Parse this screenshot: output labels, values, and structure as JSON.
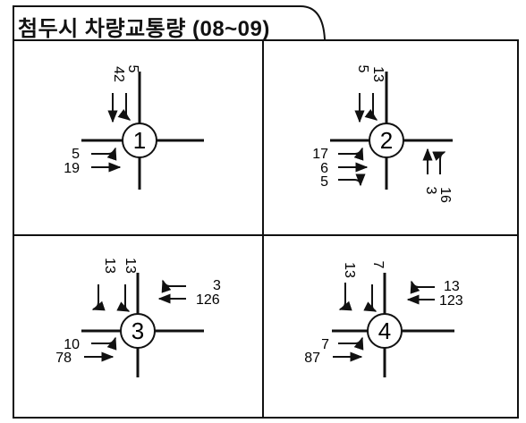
{
  "title": "첨두시 차량교통량 (08~09)",
  "intersections": [
    {
      "label": "1",
      "volumes": {
        "south_left": "42",
        "south_thru": "5",
        "east_left": "5",
        "east_thru": "19"
      }
    },
    {
      "label": "2",
      "volumes": {
        "south_left": "5",
        "south_thru": "13",
        "east_left": "17",
        "east_thru": "6",
        "east_right": "5",
        "north_thru": "3",
        "north_right": "16"
      }
    },
    {
      "label": "3",
      "volumes": {
        "south_right": "13",
        "south_thru": "13",
        "west_left": "3",
        "west_thru": "126",
        "east_left": "10",
        "east_thru": "78"
      }
    },
    {
      "label": "4",
      "volumes": {
        "south_right": "13",
        "south_thru": "7",
        "west_left": "13",
        "west_thru": "123",
        "east_left": "7",
        "east_thru": "87"
      }
    }
  ]
}
